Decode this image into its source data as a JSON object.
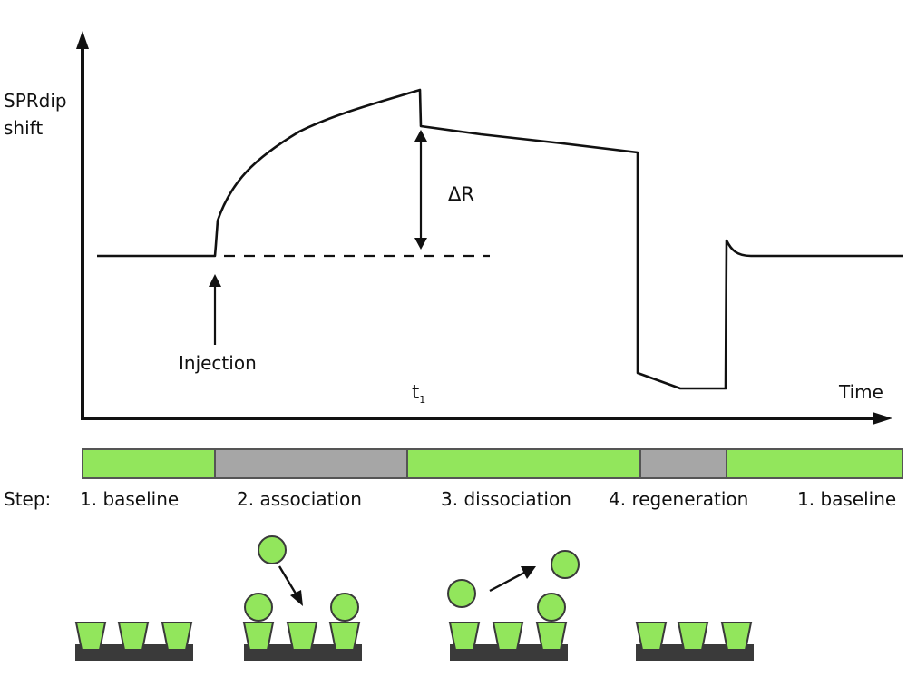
{
  "axes": {
    "ylabel_line1": "SPRdip",
    "ylabel_line2": "shift",
    "xlabel": "Time"
  },
  "annotations": {
    "injection": "Injection",
    "delta_r": "ΔR",
    "t1": "t",
    "t1_sub": "1"
  },
  "steps": {
    "prefix": "Step:",
    "items": [
      {
        "label": "1. baseline",
        "color": "#92e65c"
      },
      {
        "label": "2. association",
        "color": "#a6a6a6"
      },
      {
        "label": "3. dissociation",
        "color": "#92e65c"
      },
      {
        "label": "4. regeneration",
        "color": "#a6a6a6"
      },
      {
        "label": "1. baseline",
        "color": "#92e65c"
      }
    ]
  },
  "colors": {
    "green": "#92e65c",
    "gray": "#a6a6a6",
    "surface": "#3a3a3a",
    "ink": "#111111"
  }
}
